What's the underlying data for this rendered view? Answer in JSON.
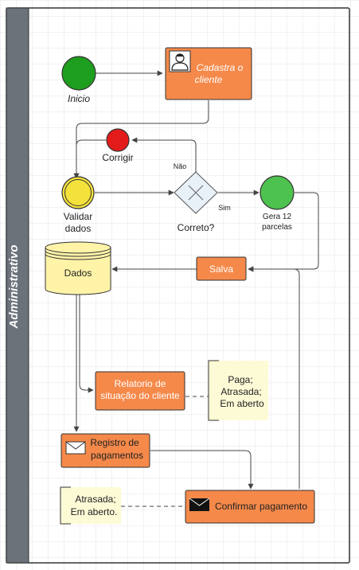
{
  "pool": {
    "lane_label": "Administrativo"
  },
  "nodes": {
    "start_label": "Inicio",
    "cadastra_line1": "Cadastra o",
    "cadastra_line2": "cliente",
    "corrigir_label": "Corrigir",
    "validar_line1": "Validar",
    "validar_line2": "dados",
    "gateway_label": "Correto?",
    "gateway_no": "Não",
    "gateway_yes": "Sim",
    "gera_line1": "Gera 12",
    "gera_line2": "parcelas",
    "dados_label": "Dados",
    "salva_label": "Salva",
    "relatorio_line1": "Relatorio de",
    "relatorio_line2": "situação do cliente",
    "status_note_line1": "Paga;",
    "status_note_line2": "Atrasada;",
    "status_note_line3": "Em aberto",
    "registro_line1": "Registro de",
    "registro_line2": "pagamentos",
    "confirmar_label": "Confirmar pagamento",
    "atrasada_note_line1": "Atrasada;",
    "atrasada_note_line2": "Em aberto."
  },
  "colors": {
    "lane_bar": "#6b727a",
    "task_orange": "#f5894a",
    "start_green": "#1e9e1e",
    "end_green": "#4ec24e",
    "error_red": "#e41b1b",
    "intermediate_yellow": "#f5e13c",
    "datastore_yellow": "#fff3a8",
    "note_yellow": "#fdfbd6",
    "gateway_fill": "#e8f0f8"
  }
}
